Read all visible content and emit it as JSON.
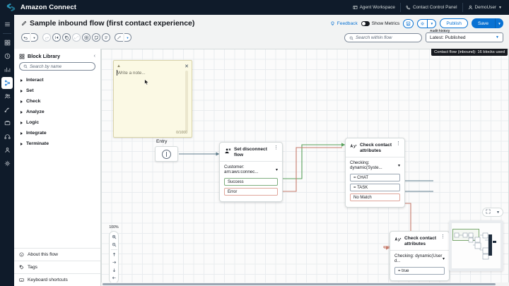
{
  "topbar": {
    "brand": "Amazon Connect",
    "links": [
      {
        "label": "Agent Workspace",
        "icon": "workspace-icon"
      },
      {
        "label": "Contact Control Panel",
        "icon": "phone-icon"
      },
      {
        "label": "DemoUser",
        "icon": "user-icon"
      }
    ]
  },
  "rail": {
    "items": [
      {
        "name": "menu",
        "icon": "hamburger-icon"
      },
      {
        "name": "dashboard",
        "icon": "grid-icon"
      },
      {
        "name": "realtime",
        "icon": "clock-icon"
      },
      {
        "name": "analytics",
        "icon": "bar-chart-icon"
      },
      {
        "name": "flows",
        "icon": "flow-icon",
        "active": true
      },
      {
        "name": "users",
        "icon": "users-icon"
      },
      {
        "name": "routing",
        "icon": "routing-icon"
      },
      {
        "name": "channels",
        "icon": "channels-icon"
      },
      {
        "name": "agent-status",
        "icon": "headset-icon"
      },
      {
        "name": "profile",
        "icon": "person-icon"
      },
      {
        "name": "settings",
        "icon": "settings-icon"
      }
    ]
  },
  "header": {
    "title": "Sample inbound flow (first contact experience)",
    "feedback": "Feedback",
    "show_metrics": "Show Metrics",
    "publish": "Publish",
    "save": "Save",
    "search_placeholder": "Search within flow",
    "audit_label": "Audit history",
    "audit_value": "Latest: Published",
    "toolbar_buttons": [
      {
        "name": "undo",
        "icon": "undo-icon"
      },
      {
        "name": "undo-menu",
        "icon": "caret-down-icon"
      },
      {
        "name": "redo",
        "icon": "redo-icon"
      },
      {
        "name": "fit-to-screen",
        "icon": "fit-screen-icon"
      },
      {
        "name": "copy",
        "icon": "copy-icon"
      },
      {
        "name": "link",
        "icon": "link-icon"
      },
      {
        "name": "align",
        "icon": "align-icon"
      },
      {
        "name": "note",
        "icon": "sticky-note-icon"
      },
      {
        "name": "list",
        "icon": "list-icon"
      },
      {
        "name": "magic",
        "icon": "wand-icon"
      },
      {
        "name": "magic-menu",
        "icon": "caret-down-icon"
      }
    ]
  },
  "library": {
    "title": "Block Library",
    "collapse": "‹",
    "search_placeholder": "Search by name",
    "categories": [
      {
        "label": "Interact"
      },
      {
        "label": "Set"
      },
      {
        "label": "Check"
      },
      {
        "label": "Analyze"
      },
      {
        "label": "Logic"
      },
      {
        "label": "Integrate"
      },
      {
        "label": "Terminate"
      }
    ],
    "footer": [
      {
        "label": "About this flow",
        "icon": "info-icon"
      },
      {
        "label": "Tags",
        "icon": "tag-icon"
      },
      {
        "label": "Keyboard shortcuts",
        "icon": "keyboard-icon"
      }
    ]
  },
  "canvas": {
    "tooltip": "Contact flow (inbound): 16 blocks used",
    "zoom_level": "100%",
    "note": {
      "placeholder": "Write a note...",
      "counter": "0/1000"
    },
    "entry": {
      "label": "Entry"
    },
    "blocks": [
      {
        "id": "set-disconnect-flow",
        "title": "Set disconnect flow",
        "icon": "set-disconnect-icon",
        "menu": "⋮",
        "select": "Customer: arn:aws:connec...",
        "ports": [
          {
            "label": "Success",
            "type": "ok"
          },
          {
            "label": "Error",
            "type": "err"
          }
        ]
      },
      {
        "id": "check-contact-attributes-1",
        "title": "Check contact attributes",
        "icon": "check-attributes-icon",
        "menu": "⋮",
        "select": "Checking: dynamic(Syste...",
        "ports": [
          {
            "label": "= CHAT",
            "type": "plain"
          },
          {
            "label": "= TASK",
            "type": "plain"
          },
          {
            "label": "No Match",
            "type": "err"
          }
        ]
      },
      {
        "id": "check-contact-attributes-2",
        "title": "Check contact attributes",
        "icon": "check-attributes-icon",
        "menu": "⋮",
        "select": "Checking: dynamic(User d...",
        "ports": [
          {
            "label": "= true",
            "type": "plain"
          }
        ]
      }
    ]
  },
  "colors": {
    "brand_dark": "#0f1b2a",
    "accent": "#0972d3",
    "success_edge": "#57a05a",
    "error_edge": "#c67b6b",
    "note_bg": "#fbf9e4"
  }
}
